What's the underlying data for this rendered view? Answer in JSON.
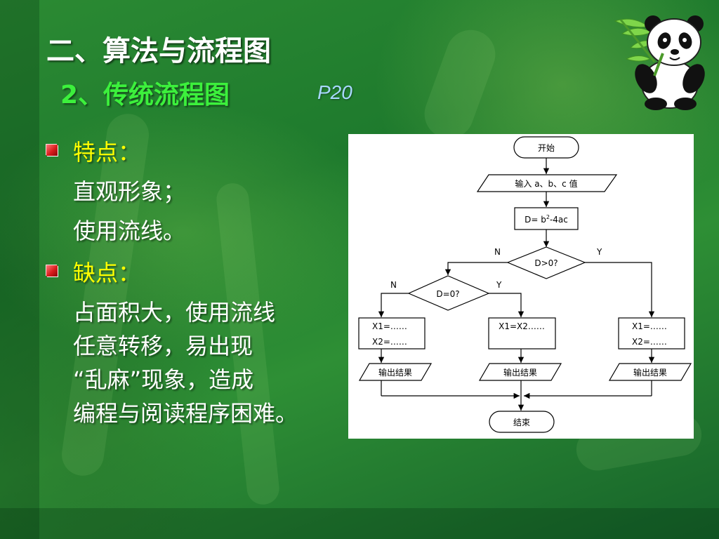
{
  "slide": {
    "title": "二、算法与流程图",
    "subtitle": "2、传统流程图",
    "page_ref": "P20"
  },
  "sections": [
    {
      "heading": "特点：",
      "lines": [
        "直观形象；",
        "使用流线。"
      ]
    },
    {
      "heading": "缺点：",
      "lines": [
        "占面积大，使用流线",
        "任意转移，易出现",
        "“乱麻”现象，造成",
        "编程与阅读程序困难。"
      ]
    }
  ],
  "flowchart": {
    "start": "开始",
    "input": "输入 a、b、c 值",
    "discriminant_prefix": "D= b",
    "discriminant_sup": "2",
    "discriminant_suffix": "-4ac",
    "decision_positive": "D>0?",
    "decision_zero": "D=0?",
    "label_no_1": "N",
    "label_yes_1": "Y",
    "label_no_2": "N",
    "label_yes_2": "Y",
    "box_left_line1": "X1=……",
    "box_left_line2": "X2=……",
    "box_middle": "X1=X2……",
    "box_right_line1": "X1=……",
    "box_right_line2": "X2=……",
    "output_left": "输出结果",
    "output_middle": "输出结果",
    "output_right": "输出结果",
    "end": "结束"
  },
  "colors": {
    "title": "#ffffff",
    "subtitle": "#3cf03c",
    "page_ref": "#a9d8ff",
    "heading": "#ffff00",
    "bullet": "#d91c1c",
    "body_text": "#ffffff"
  },
  "decorations": {
    "mascot": "panda-with-bamboo"
  }
}
